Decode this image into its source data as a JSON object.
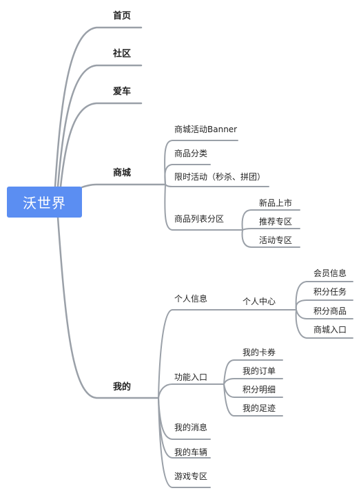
{
  "root": "沃世界",
  "branches": {
    "home": "首页",
    "community": "社区",
    "car": "爱车",
    "mall": {
      "label": "商城",
      "children": [
        "商城活动Banner",
        "商品分类",
        "限时活动（秒杀、拼团）",
        "商品列表分区"
      ],
      "list_children": [
        "新品上市",
        "推荐专区",
        "活动专区"
      ]
    },
    "mine": {
      "label": "我的",
      "personal_info": "个人信息",
      "personal_center": "个人中心",
      "center_children": [
        "会员信息",
        "积分任务",
        "积分商品",
        "商城入口"
      ],
      "function_entry": "功能入口",
      "function_children": [
        "我的卡券",
        "我的订单",
        "积分明细",
        "我的足迹"
      ],
      "others": [
        "我的消息",
        "我的车辆",
        "游戏专区"
      ]
    }
  },
  "colors": {
    "root_bg": "#5b8ef2",
    "line": "#9aa0a8"
  }
}
